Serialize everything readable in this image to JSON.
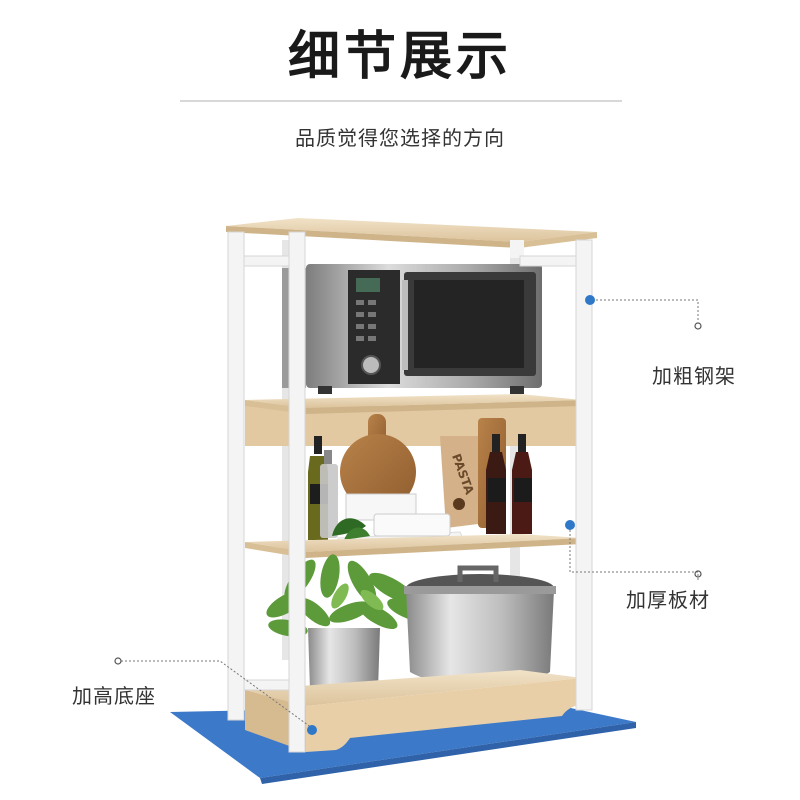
{
  "header": {
    "title": "细节展示",
    "subtitle": "品质觉得您选择的方向"
  },
  "callouts": {
    "steel_frame": "加粗钢架",
    "thick_board": "加厚板材",
    "raised_base": "加高底座"
  },
  "props": {
    "pasta_label": "PASTA"
  },
  "colors": {
    "frame": "#f2f2f2",
    "wood": "#e9d6b6",
    "mat": "#3d79c9",
    "dot": "#2f78c8"
  }
}
